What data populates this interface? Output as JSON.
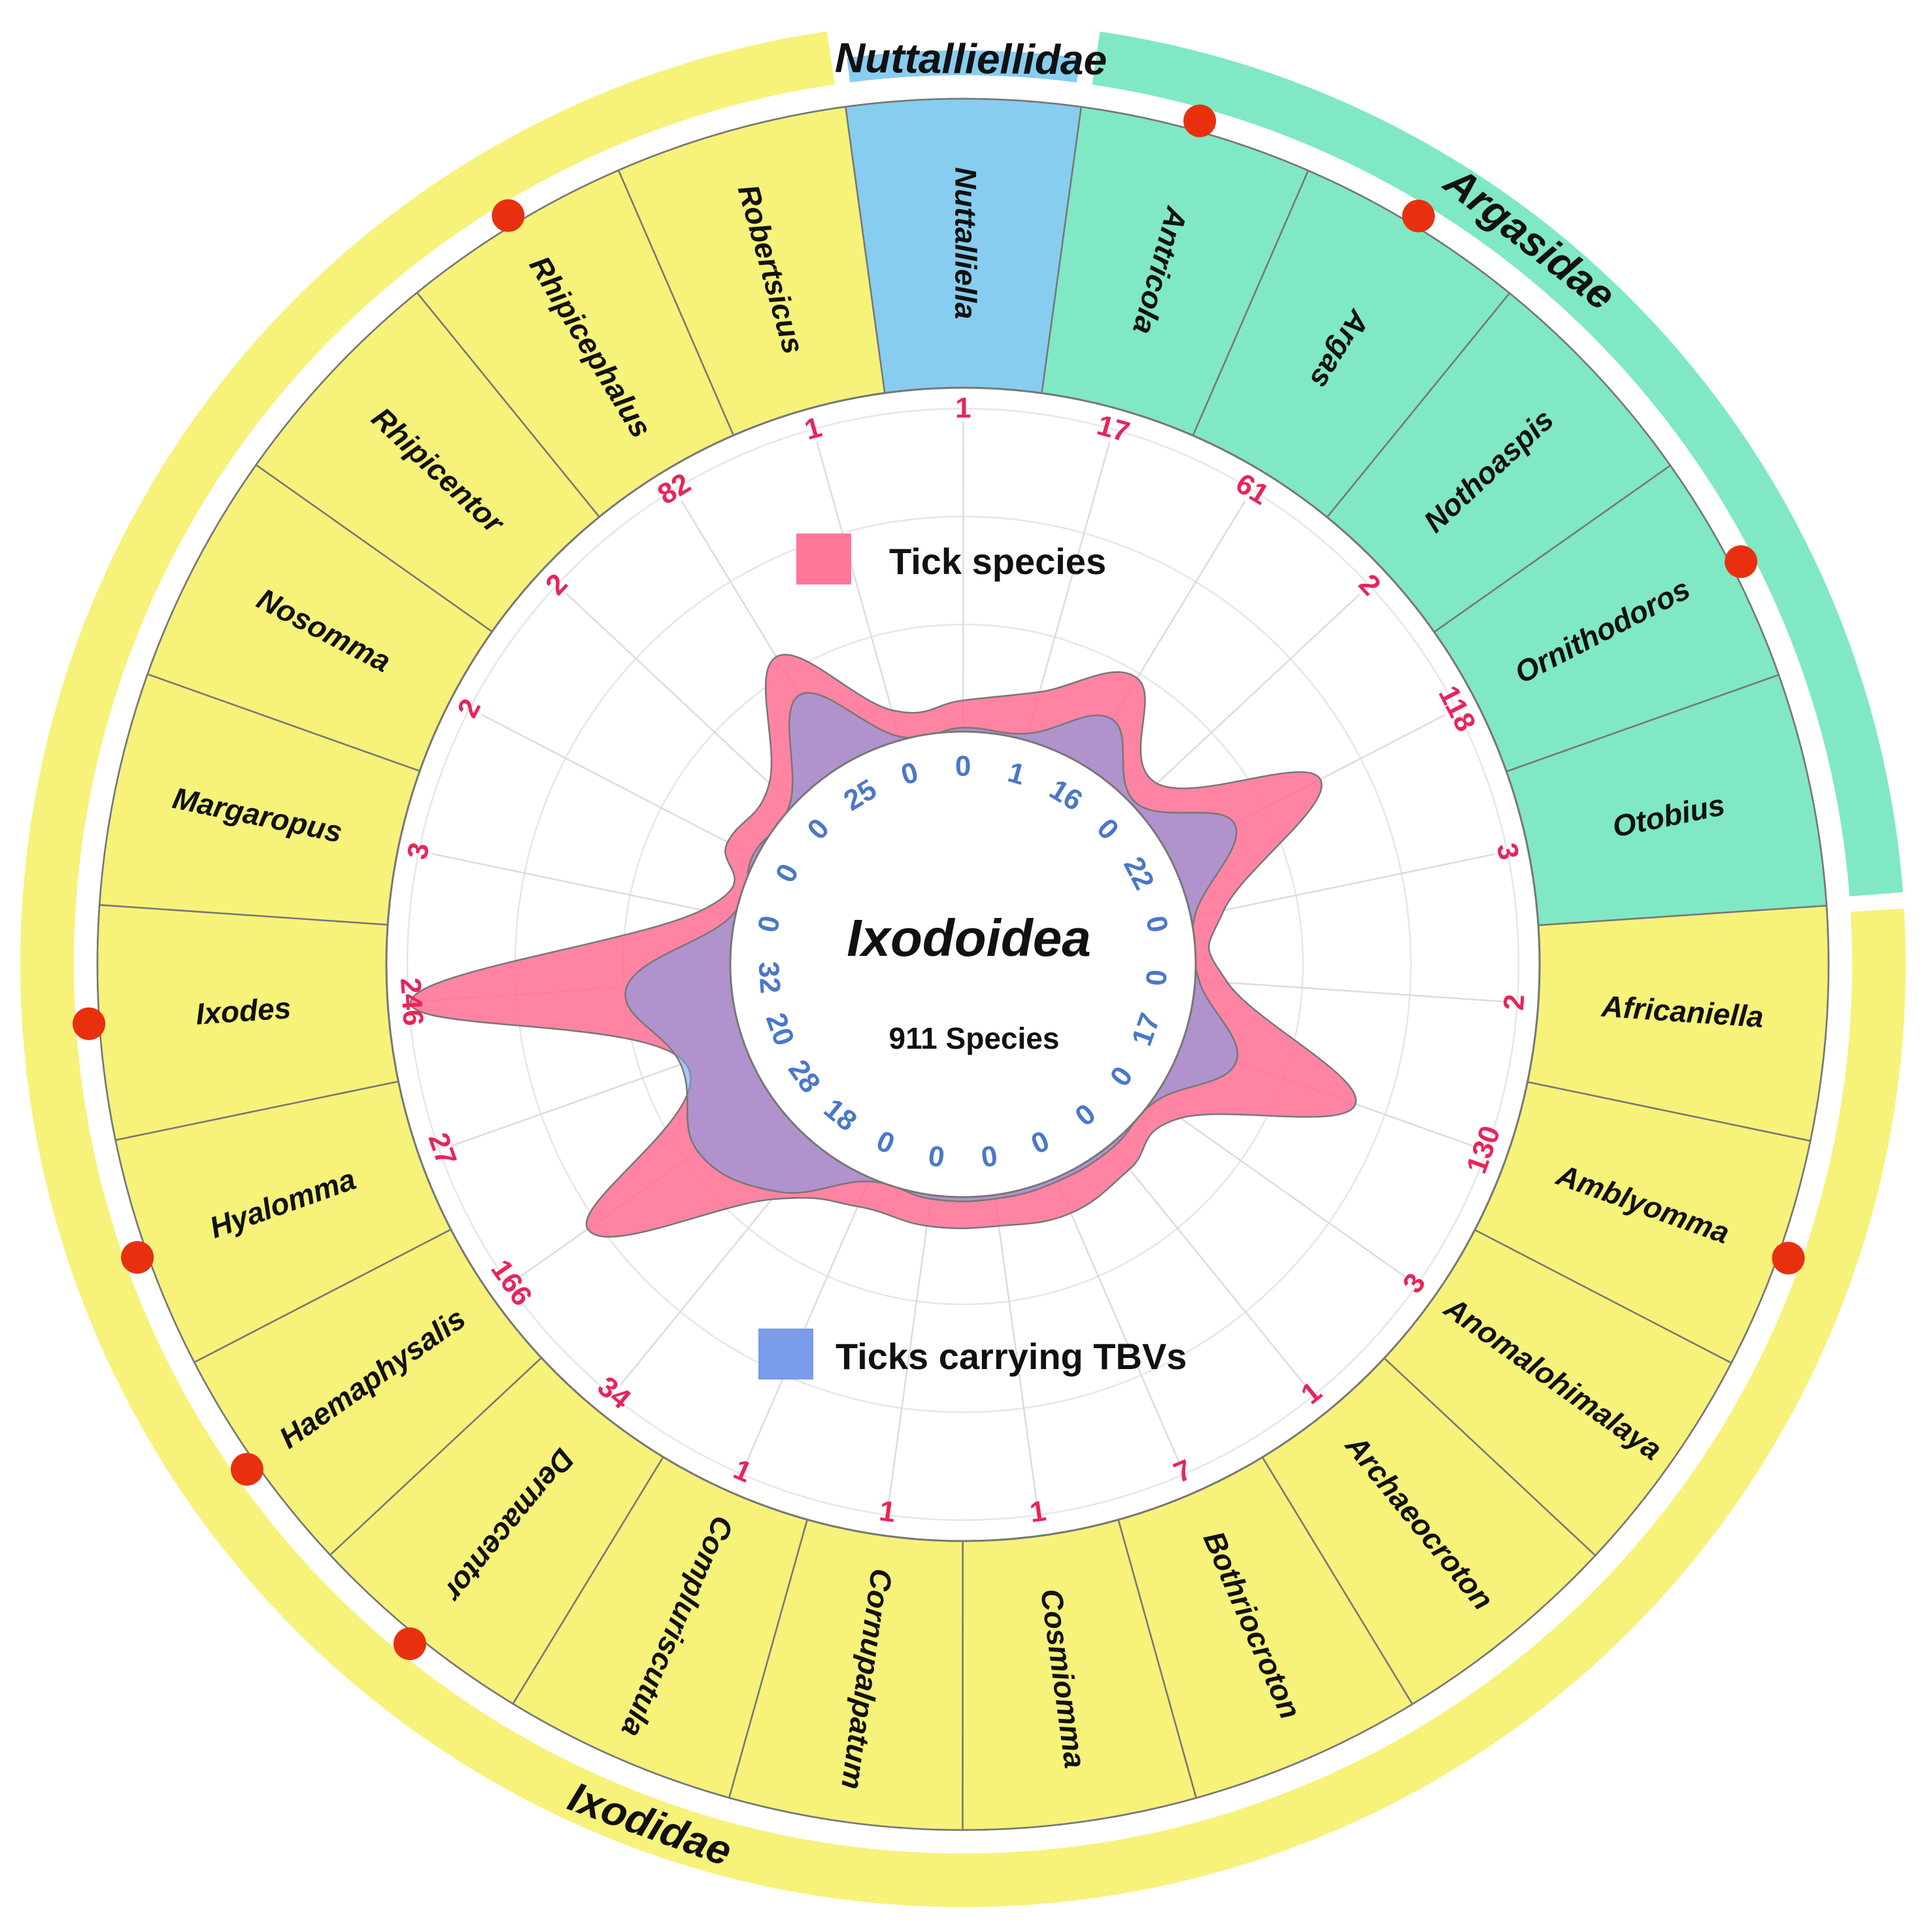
{
  "chart_data": {
    "type": "radar",
    "title": "Ixodoidea",
    "subtitle": "911 Species",
    "series": [
      {
        "name": "Tick species",
        "color": "#ff6f93"
      },
      {
        "name": "Ticks carrying TBVs",
        "color": "#7b9ce8"
      }
    ],
    "families": [
      {
        "name": "Nuttalliellidae",
        "color": "#87cdef"
      },
      {
        "name": "Argasidae",
        "color": "#80e8c4"
      },
      {
        "name": "Ixodidae",
        "color": "#f6f27a"
      }
    ],
    "genera": [
      {
        "name": "Nuttalliella",
        "family": "Nuttalliellidae",
        "species": 1,
        "tbv": 0,
        "marker": false
      },
      {
        "name": "Antricola",
        "family": "Argasidae",
        "species": 17,
        "tbv": 1,
        "marker": true
      },
      {
        "name": "Argas",
        "family": "Argasidae",
        "species": 61,
        "tbv": 16,
        "marker": true
      },
      {
        "name": "Nothoaspis",
        "family": "Argasidae",
        "species": 2,
        "tbv": 0,
        "marker": false
      },
      {
        "name": "Ornithodoros",
        "family": "Argasidae",
        "species": 118,
        "tbv": 22,
        "marker": true
      },
      {
        "name": "Otobius",
        "family": "Argasidae",
        "species": 3,
        "tbv": 0,
        "marker": false
      },
      {
        "name": "Africaniella",
        "family": "Ixodidae",
        "species": 2,
        "tbv": 0,
        "marker": false
      },
      {
        "name": "Amblyomma",
        "family": "Ixodidae",
        "species": 130,
        "tbv": 17,
        "marker": true
      },
      {
        "name": "Anomalohimalaya",
        "family": "Ixodidae",
        "species": 3,
        "tbv": 0,
        "marker": false
      },
      {
        "name": "Archaeocroton",
        "family": "Ixodidae",
        "species": 1,
        "tbv": 0,
        "marker": false
      },
      {
        "name": "Bothriocroton",
        "family": "Ixodidae",
        "species": 7,
        "tbv": 0,
        "marker": false
      },
      {
        "name": "Cosmiomma",
        "family": "Ixodidae",
        "species": 1,
        "tbv": 0,
        "marker": false
      },
      {
        "name": "Cornupalpatum",
        "family": "Ixodidae",
        "species": 1,
        "tbv": 0,
        "marker": false
      },
      {
        "name": "Compluriscutula",
        "family": "Ixodidae",
        "species": 1,
        "tbv": 0,
        "marker": false
      },
      {
        "name": "Dermacentor",
        "family": "Ixodidae",
        "species": 34,
        "tbv": 18,
        "marker": true
      },
      {
        "name": "Haemaphysalis",
        "family": "Ixodidae",
        "species": 166,
        "tbv": 28,
        "marker": true
      },
      {
        "name": "Hyalomma",
        "family": "Ixodidae",
        "species": 27,
        "tbv": 20,
        "marker": true
      },
      {
        "name": "Ixodes",
        "family": "Ixodidae",
        "species": 246,
        "tbv": 32,
        "marker": true
      },
      {
        "name": "Margaropus",
        "family": "Ixodidae",
        "species": 3,
        "tbv": 0,
        "marker": false
      },
      {
        "name": "Nosomma",
        "family": "Ixodidae",
        "species": 2,
        "tbv": 0,
        "marker": false
      },
      {
        "name": "Rhipicentor",
        "family": "Ixodidae",
        "species": 2,
        "tbv": 0,
        "marker": false
      },
      {
        "name": "Rhipicephalus",
        "family": "Ixodidae",
        "species": 82,
        "tbv": 25,
        "marker": true
      },
      {
        "name": "Robertsicus",
        "family": "Ixodidae",
        "species": 1,
        "tbv": 0,
        "marker": false
      }
    ]
  }
}
